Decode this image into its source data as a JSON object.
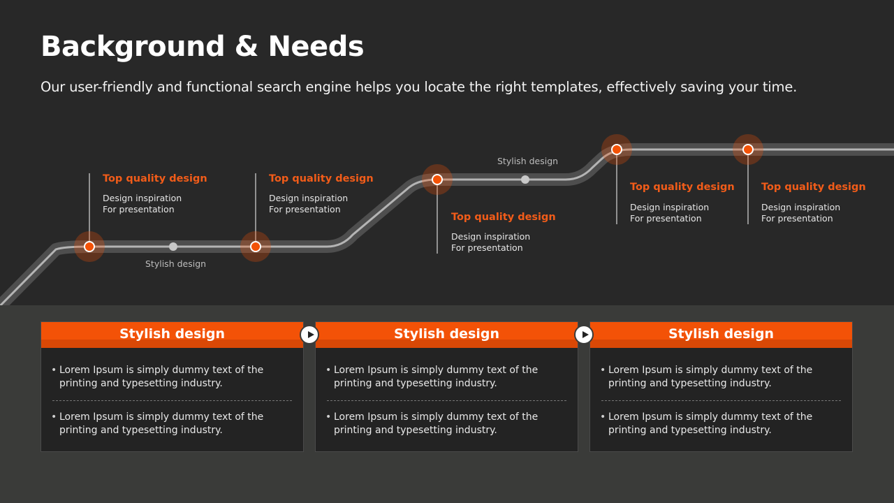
{
  "header": {
    "title": "Background & Needs",
    "subtitle": "Our user-friendly and functional search engine helps you locate the right templates, effectively saving your time."
  },
  "roadmap": {
    "milestones": [
      {
        "title": "Top quality design",
        "desc": "Design inspiration\nFor presentation"
      },
      {
        "title": "Top quality design",
        "desc": "Design inspiration\nFor presentation"
      },
      {
        "title": "Top quality design",
        "desc": "Design inspiration\nFor presentation"
      },
      {
        "title": "Top quality design",
        "desc": "Design inspiration\nFor presentation"
      },
      {
        "title": "Top quality design",
        "desc": "Design inspiration\nFor presentation"
      }
    ],
    "stops": [
      {
        "label": "Stylish design"
      },
      {
        "label": "Stylish design"
      }
    ]
  },
  "cards": [
    {
      "title": "Stylish design",
      "bullets": [
        "Lorem Ipsum is simply dummy text of the printing and typesetting industry.",
        "Lorem Ipsum is simply dummy text of the printing and typesetting industry."
      ]
    },
    {
      "title": "Stylish design",
      "bullets": [
        "Lorem Ipsum is simply dummy text of the printing and typesetting industry.",
        "Lorem Ipsum is simply dummy text of the printing and typesetting industry."
      ]
    },
    {
      "title": "Stylish design",
      "bullets": [
        "Lorem Ipsum is simply dummy text of the printing and typesetting industry.",
        "Lorem Ipsum is simply dummy text of the printing and typesetting industry."
      ]
    }
  ],
  "colors": {
    "accent": "#f35207",
    "background": "#282828",
    "panel": "#3a3b39",
    "card": "#232323"
  }
}
